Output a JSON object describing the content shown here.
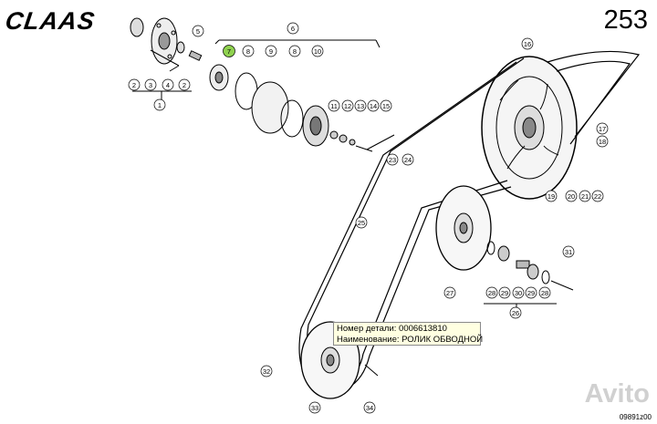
{
  "header": {
    "brand": "CLAAS",
    "page_number": "253"
  },
  "footer": {
    "image_code": "09891z00"
  },
  "tooltip": {
    "part_number_line": "Номер детали: 0006613810",
    "part_name_line": "Наименование: РОЛИК ОБВОДНОЙ"
  },
  "watermark": {
    "text": "Avito"
  },
  "colors": {
    "highlight": "#8fd14f",
    "tooltip_bg": "#ffffe1",
    "line": "#000000"
  },
  "callouts": [
    {
      "id": "c1a",
      "label": "5"
    },
    {
      "id": "c1b",
      "label": "2"
    },
    {
      "id": "c1c",
      "label": "3"
    },
    {
      "id": "c1d",
      "label": "4"
    },
    {
      "id": "c1e",
      "label": "2"
    },
    {
      "id": "c1f",
      "label": "1"
    },
    {
      "id": "c6",
      "label": "6"
    },
    {
      "id": "c7",
      "label": "7",
      "highlight": true
    },
    {
      "id": "c8a",
      "label": "8"
    },
    {
      "id": "c9",
      "label": "9"
    },
    {
      "id": "c8b",
      "label": "8"
    },
    {
      "id": "c10",
      "label": "10"
    },
    {
      "id": "c11",
      "label": "11"
    },
    {
      "id": "c12",
      "label": "12"
    },
    {
      "id": "c13",
      "label": "13"
    },
    {
      "id": "c14",
      "label": "14"
    },
    {
      "id": "c15",
      "label": "15"
    },
    {
      "id": "c16",
      "label": "16"
    },
    {
      "id": "c17",
      "label": "17"
    },
    {
      "id": "c18",
      "label": "18"
    },
    {
      "id": "c19",
      "label": "19"
    },
    {
      "id": "c20",
      "label": "20"
    },
    {
      "id": "c21",
      "label": "21"
    },
    {
      "id": "c22",
      "label": "22"
    },
    {
      "id": "c23",
      "label": "23"
    },
    {
      "id": "c24",
      "label": "24"
    },
    {
      "id": "c25",
      "label": "25"
    },
    {
      "id": "c26",
      "label": "26"
    },
    {
      "id": "c27",
      "label": "27"
    },
    {
      "id": "c28a",
      "label": "28"
    },
    {
      "id": "c29a",
      "label": "29"
    },
    {
      "id": "c30",
      "label": "30"
    },
    {
      "id": "c29b",
      "label": "29"
    },
    {
      "id": "c28b",
      "label": "28"
    },
    {
      "id": "c31",
      "label": "31"
    },
    {
      "id": "c32",
      "label": "32"
    },
    {
      "id": "c33",
      "label": "33"
    },
    {
      "id": "c34",
      "label": "34"
    }
  ]
}
